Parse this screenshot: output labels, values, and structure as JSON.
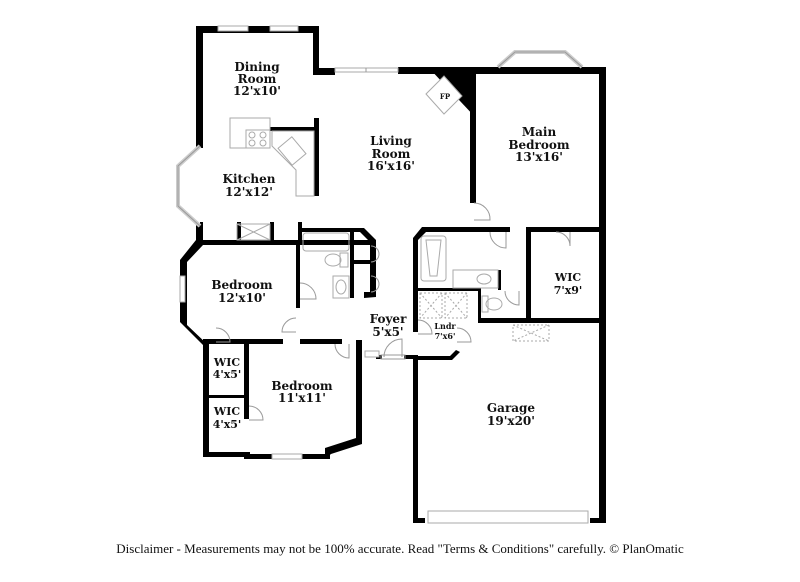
{
  "rooms": [
    {
      "id": "dining",
      "name_lines": [
        "Dining",
        "Room"
      ],
      "dims": "12'x10'"
    },
    {
      "id": "kitchen",
      "name_lines": [
        "Kitchen"
      ],
      "dims": "12'x12'"
    },
    {
      "id": "living",
      "name_lines": [
        "Living",
        "Room"
      ],
      "dims": "16'x16'"
    },
    {
      "id": "main-bedroom",
      "name_lines": [
        "Main",
        "Bedroom"
      ],
      "dims": "13'x16'"
    },
    {
      "id": "bedroom-1",
      "name_lines": [
        "Bedroom"
      ],
      "dims": "12'x10'"
    },
    {
      "id": "bedroom-2",
      "name_lines": [
        "Bedroom"
      ],
      "dims": "11'x11'"
    },
    {
      "id": "wic-1",
      "name_lines": [
        "WIC"
      ],
      "dims": "4'x5'"
    },
    {
      "id": "wic-2",
      "name_lines": [
        "WIC"
      ],
      "dims": "4'x5'"
    },
    {
      "id": "wic-main",
      "name_lines": [
        "WIC"
      ],
      "dims": "7'x9'"
    },
    {
      "id": "foyer",
      "name_lines": [
        "Foyer"
      ],
      "dims": "5'x5'"
    },
    {
      "id": "laundry",
      "name_lines": [
        "Lndr"
      ],
      "dims": "7'x6'"
    },
    {
      "id": "garage",
      "name_lines": [
        "Garage"
      ],
      "dims": "19'x20'"
    }
  ],
  "fireplace_label": "FP",
  "disclaimer": "Disclaimer - Measurements may not be 100% accurate. Read \"Terms & Conditions\" carefully. © PlanOmatic"
}
